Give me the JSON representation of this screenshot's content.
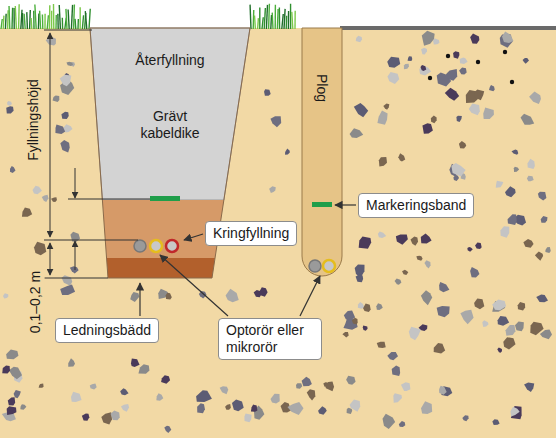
{
  "diagram": {
    "nodes": [
      {
        "text": [
          "Kringfyllning"
        ]
      },
      {
        "text": [
          "Markeringsband"
        ]
      },
      {
        "text": [
          "Ledningsbädd"
        ]
      },
      {
        "text": [
          "Optorör eller mikrorör"
        ]
      }
    ],
    "labels": [
      "Återfyllning",
      "Grävt kabeldike",
      "Plog",
      "Fyllningshöjd",
      "0,1–0,2 m"
    ]
  }
}
